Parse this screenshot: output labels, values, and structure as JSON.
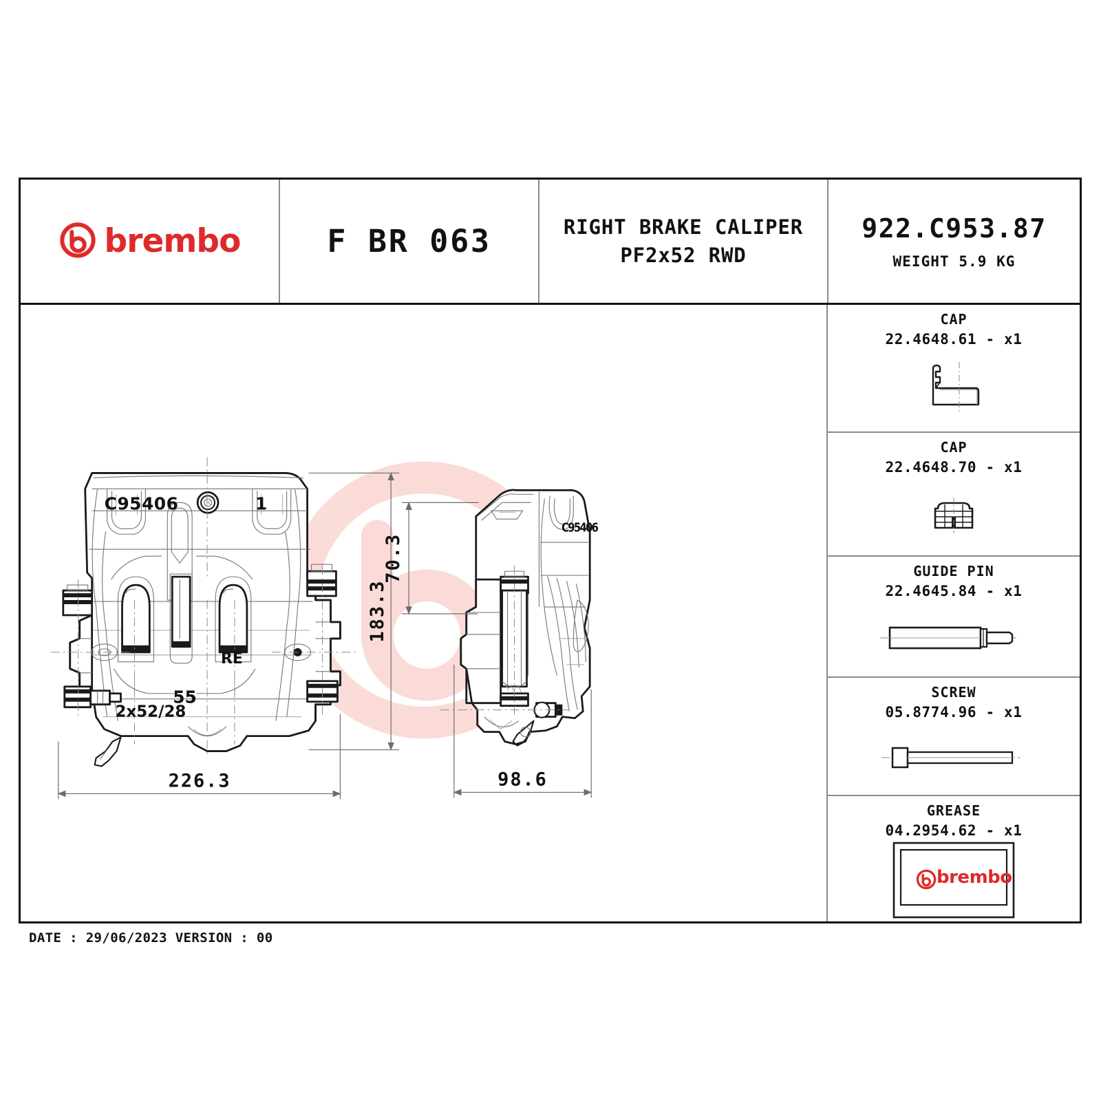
{
  "sheet": {
    "footer": "DATE : 29/06/2023 VERSION : 00"
  },
  "brand": {
    "name": "brembo",
    "red": "#DE2A2A",
    "logo_icon": "brembo-b-mark"
  },
  "titleblock": {
    "code": "F BR 063",
    "description_line1": "RIGHT BRAKE CALIPER",
    "description_line2": "PF2x52 RWD",
    "part_number": "922.C953.87",
    "weight": "WEIGHT 5.9 KG"
  },
  "parts": [
    {
      "name": "CAP",
      "number": "22.4648.61 - x1",
      "icon": "cap-bracket-icon"
    },
    {
      "name": "CAP",
      "number": "22.4648.70 - x1",
      "icon": "cap-plug-icon"
    },
    {
      "name": "GUIDE PIN",
      "number": "22.4645.84 - x1",
      "icon": "guide-pin-icon"
    },
    {
      "name": "SCREW",
      "number": "05.8774.96 - x1",
      "icon": "screw-icon"
    },
    {
      "name": "GREASE",
      "number": "04.2954.62 - x1",
      "icon": "grease-sachet-icon"
    }
  ],
  "drawing": {
    "front_view": {
      "markings": {
        "casting_code": "C95406",
        "index": "1",
        "piston_spec": "2x52/28",
        "pad_thickness": "55",
        "side_mark": "RE"
      },
      "dimensions": {
        "height": "183.3",
        "width": "226.3"
      }
    },
    "side_view": {
      "markings": {
        "casting_code": "C95406"
      },
      "dimensions": {
        "height": "70.3",
        "width": "98.6"
      }
    }
  }
}
